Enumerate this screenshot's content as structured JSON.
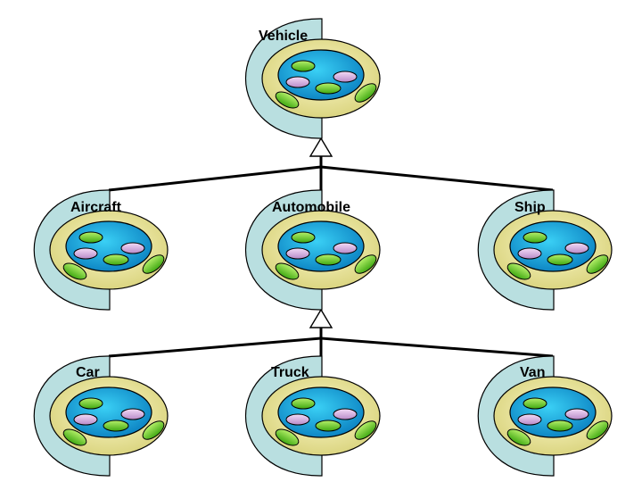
{
  "diagram": {
    "colors": {
      "shell": "#b9dfe0",
      "yolk": "#e6e39a",
      "core": "#1aa6dd",
      "method_green": "#5fcc1e",
      "method_pink": "#d7a9e3",
      "line": "#000000"
    },
    "nodes": [
      {
        "id": "vehicle",
        "label": "Vehicle"
      },
      {
        "id": "aircraft",
        "label": "Aircraft"
      },
      {
        "id": "automobile",
        "label": "Automobile"
      },
      {
        "id": "ship",
        "label": "Ship"
      },
      {
        "id": "car",
        "label": "Car"
      },
      {
        "id": "truck",
        "label": "Truck"
      },
      {
        "id": "van",
        "label": "Van"
      }
    ],
    "inheritance": [
      {
        "parent": "vehicle",
        "children": [
          "aircraft",
          "automobile",
          "ship"
        ]
      },
      {
        "parent": "automobile",
        "children": [
          "car",
          "truck",
          "van"
        ]
      }
    ]
  }
}
